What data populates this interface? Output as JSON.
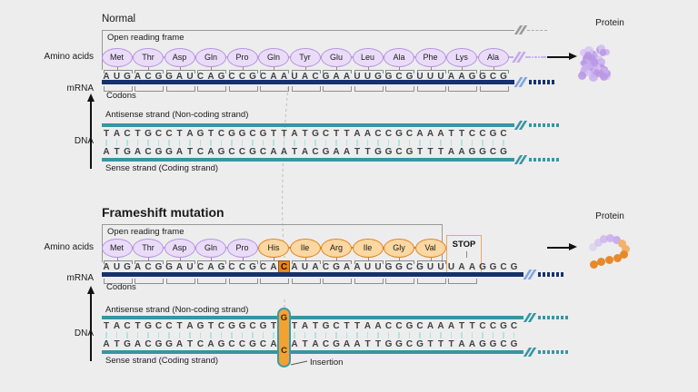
{
  "colors": {
    "background": "#ededed",
    "purple_fill": "#eadcf8",
    "purple_stroke": "#b493e0",
    "purple_line": "#c5a8ec",
    "orange_fill": "#fbd7a2",
    "orange_stroke": "#e0821e",
    "orange_line": "#e8891f",
    "mrna_bar": "#17306e",
    "mrna_break": "#7ea6e0",
    "dna_bar": "#3795a4",
    "dna_tick": "#aee4e6",
    "highlight_fill": "#e8861a",
    "pill_fill": "#f2a233",
    "pill_stroke": "#3f98a8",
    "stop_border": "#e9a868",
    "letter": "#3d4043",
    "bracket": "#8f8f8f",
    "protein_purple": "#c9aeee",
    "protein_orange": "#e8882a",
    "protein_orange_light": "#f2b26e",
    "arrow": "#111111",
    "dashed_line": "#bdbdbd"
  },
  "sections": [
    {
      "id": "normal",
      "title": "Normal",
      "orf_label": "Open reading frame",
      "amino_label": "Amino acids",
      "mrna_label": "mRNA",
      "dna_label": "DNA",
      "codons_label": "Codons",
      "protein_label": "Protein",
      "antisense_label": "Antisense strand (Non-coding strand)",
      "sense_label": "Sense strand (Coding strand)",
      "amino_acids": [
        {
          "name": "Met",
          "variant": "normal"
        },
        {
          "name": "Thr",
          "variant": "normal"
        },
        {
          "name": "Asp",
          "variant": "normal"
        },
        {
          "name": "Gln",
          "variant": "normal"
        },
        {
          "name": "Pro",
          "variant": "normal"
        },
        {
          "name": "Gln",
          "variant": "normal"
        },
        {
          "name": "Tyr",
          "variant": "normal"
        },
        {
          "name": "Glu",
          "variant": "normal"
        },
        {
          "name": "Leu",
          "variant": "normal"
        },
        {
          "name": "Ala",
          "variant": "normal"
        },
        {
          "name": "Phe",
          "variant": "normal"
        },
        {
          "name": "Lys",
          "variant": "normal"
        },
        {
          "name": "Ala",
          "variant": "normal"
        }
      ],
      "mrna": "AUGACGGAUCAGCCGCAAUACGAAUUGGCGUUUAAGGCG",
      "antisense": "TACTGCCTAGTCGGCGTTATGCTTAACCGCAAATTCCGC",
      "sense": "ATGACGGATCAGCCGCAATACGAATTGGCGTTTAAGGCG",
      "protein_type": "blob"
    },
    {
      "id": "frameshift",
      "title": "Frameshift mutation",
      "orf_label": "Open reading frame",
      "amino_label": "Amino acids",
      "mrna_label": "mRNA",
      "dna_label": "DNA",
      "codons_label": "Codons",
      "protein_label": "Protein",
      "antisense_label": "Antisense strand (Non-coding strand)",
      "sense_label": "Sense strand (Coding strand)",
      "stop_label": "STOP",
      "insertion_label": "Insertion",
      "amino_acids": [
        {
          "name": "Met",
          "variant": "normal"
        },
        {
          "name": "Thr",
          "variant": "normal"
        },
        {
          "name": "Asp",
          "variant": "normal"
        },
        {
          "name": "Gln",
          "variant": "normal"
        },
        {
          "name": "Pro",
          "variant": "normal"
        },
        {
          "name": "His",
          "variant": "mutant"
        },
        {
          "name": "Ile",
          "variant": "mutant"
        },
        {
          "name": "Arg",
          "variant": "mutant"
        },
        {
          "name": "Ile",
          "variant": "mutant"
        },
        {
          "name": "Gly",
          "variant": "mutant"
        },
        {
          "name": "Val",
          "variant": "mutant"
        }
      ],
      "mrna": "AUGACGGAUCAGCCGCACAUACGAAUUGGCGUUUAAGGCG",
      "highlight_index": 17,
      "insertion_index": 17,
      "antisense": "TACTGCCTAGTCGGCGTGTATGCTTAACCGCAAATTCCGC",
      "sense": "ATGACGGATCAGCCGCACATACGAATTGGCGTTTAAGGCG",
      "protein_type": "beads"
    }
  ]
}
